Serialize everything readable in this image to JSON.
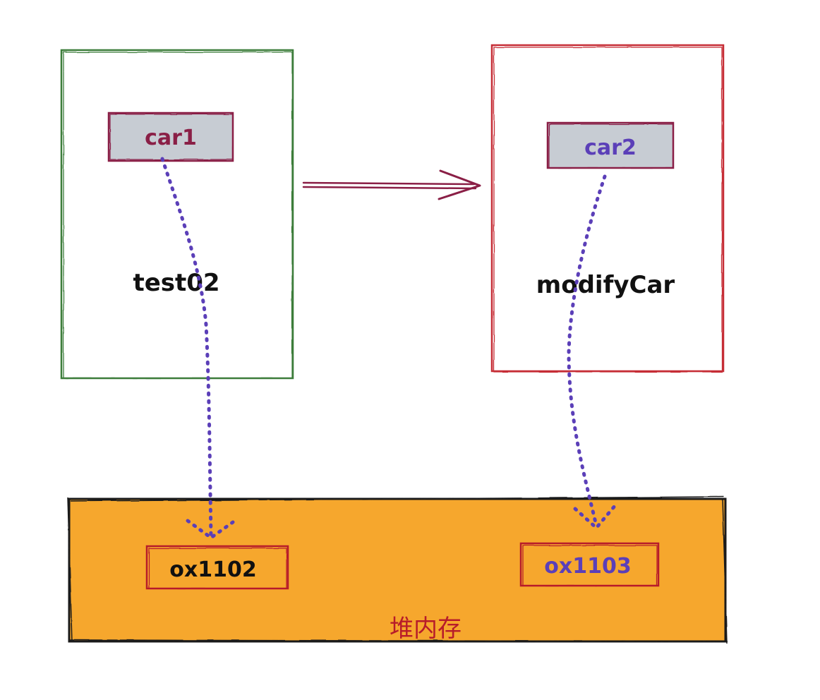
{
  "colors": {
    "caller_frame_stroke": "#3c7d3a",
    "callee_frame_stroke": "#c62d36",
    "var_box_fill": "#c7ccd3",
    "var_box_stroke": "#8a1f46",
    "heap_fill": "#f6a72d",
    "heap_box_stroke": "#b71c2a",
    "pointer_color": "#5b3fb8",
    "call_arrow": "#8a1f46",
    "caller_var_text": "#8a1f46",
    "callee_var_text": "#5b3fb8"
  },
  "caller": {
    "method_name": "test02",
    "variable": "car1"
  },
  "callee": {
    "method_name": "modifyCar",
    "variable": "car2"
  },
  "heap": {
    "label": "堆内存",
    "objects": [
      {
        "address": "ox1102",
        "text_color": "#111111"
      },
      {
        "address": "ox1103",
        "text_color": "#5b3fb8"
      }
    ]
  }
}
